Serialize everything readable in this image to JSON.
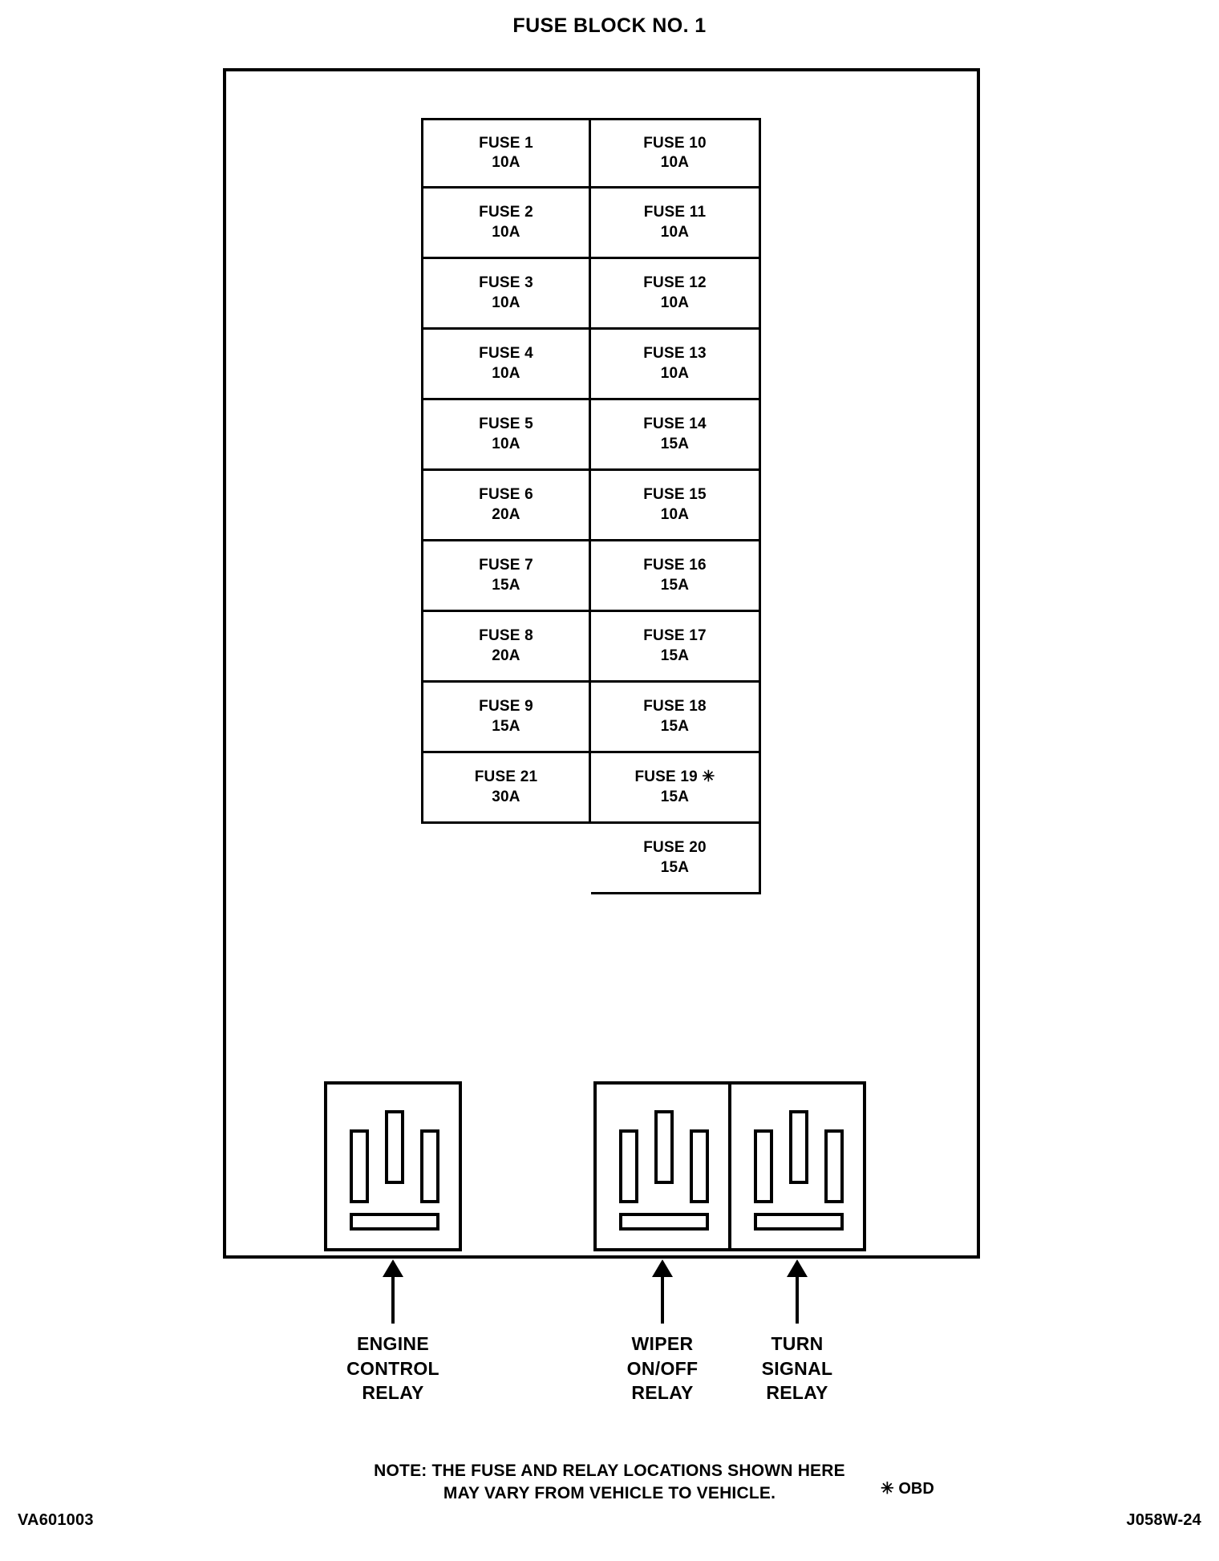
{
  "title": "FUSE BLOCK NO. 1",
  "fuse_grid": {
    "left_column": [
      {
        "name": "FUSE 1",
        "amp": "10A"
      },
      {
        "name": "FUSE 2",
        "amp": "10A"
      },
      {
        "name": "FUSE 3",
        "amp": "10A"
      },
      {
        "name": "FUSE 4",
        "amp": "10A"
      },
      {
        "name": "FUSE 5",
        "amp": "10A"
      },
      {
        "name": "FUSE 6",
        "amp": "20A"
      },
      {
        "name": "FUSE 7",
        "amp": "15A"
      },
      {
        "name": "FUSE 8",
        "amp": "20A"
      },
      {
        "name": "FUSE 9",
        "amp": "15A"
      },
      {
        "name": "FUSE 21",
        "amp": "30A"
      }
    ],
    "right_column": [
      {
        "name": "FUSE 10",
        "amp": "10A"
      },
      {
        "name": "FUSE 11",
        "amp": "10A"
      },
      {
        "name": "FUSE 12",
        "amp": "10A"
      },
      {
        "name": "FUSE 13",
        "amp": "10A"
      },
      {
        "name": "FUSE 14",
        "amp": "15A"
      },
      {
        "name": "FUSE 15",
        "amp": "10A"
      },
      {
        "name": "FUSE 16",
        "amp": "15A"
      },
      {
        "name": "FUSE 17",
        "amp": "15A"
      },
      {
        "name": "FUSE 18",
        "amp": "15A"
      },
      {
        "name": "FUSE 19 ✳",
        "amp": "15A"
      },
      {
        "name": "FUSE 20",
        "amp": "15A"
      }
    ]
  },
  "relays": [
    {
      "label_line1": "ENGINE",
      "label_line2": "CONTROL",
      "label_line3": "RELAY"
    },
    {
      "label_line1": "WIPER",
      "label_line2": "ON/OFF",
      "label_line3": "RELAY"
    },
    {
      "label_line1": "TURN",
      "label_line2": "SIGNAL",
      "label_line3": "RELAY"
    }
  ],
  "footer": {
    "note_line1": "NOTE: THE FUSE AND RELAY LOCATIONS  SHOWN HERE",
    "note_line2": "MAY VARY FROM VEHICLE TO VEHICLE.",
    "obd_legend": "✳ OBD",
    "code_left": "VA601003",
    "code_right": "J058W-24"
  }
}
